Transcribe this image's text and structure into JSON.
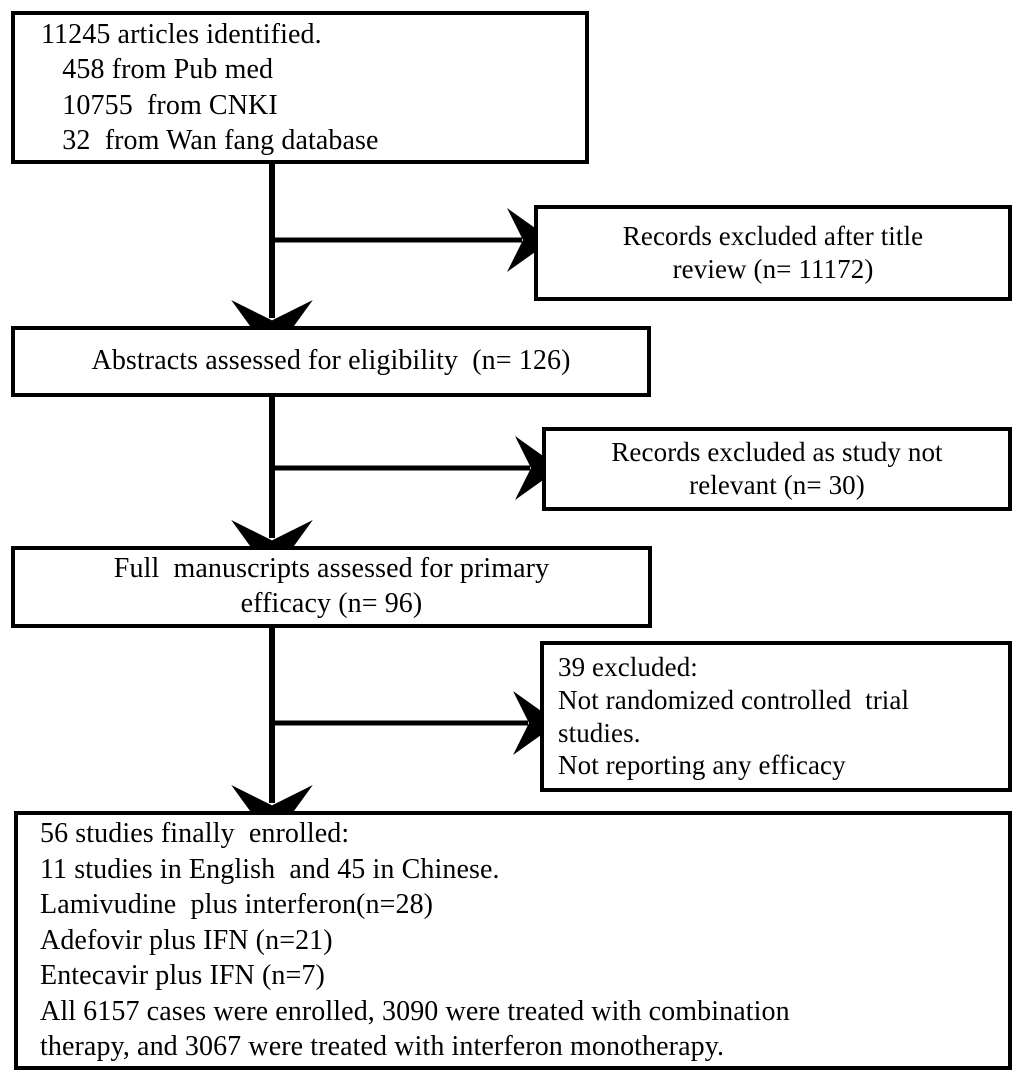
{
  "diagram": {
    "title": "Study selection flowchart",
    "type": "prisma-flow-diagram",
    "stroke_color": "#000000",
    "background_color": "#ffffff",
    "nodes": {
      "identified": {
        "name": "records-identified",
        "lines": [
          "11245 articles identified.",
          "   458 from Pub med",
          "   10755  from CNKI",
          "   32  from Wan fang database"
        ]
      },
      "excluded_title": {
        "name": "records-excluded-after-title-review",
        "lines": [
          "Records excluded after title",
          "review (n= 11172)"
        ]
      },
      "abstracts": {
        "name": "abstracts-assessed",
        "lines": [
          "Abstracts assessed for eligibility  (n= 126)"
        ]
      },
      "excluded_relevant": {
        "name": "records-excluded-not-relevant",
        "lines": [
          "Records excluded as study not",
          "relevant (n= 30)"
        ]
      },
      "manuscripts": {
        "name": "full-manuscripts-assessed",
        "lines": [
          "Full  manuscripts assessed for primary",
          "efficacy (n= 96)"
        ]
      },
      "excluded_39": {
        "name": "full-text-excluded",
        "lines": [
          "39 excluded:",
          "Not randomized controlled  trial",
          "studies.",
          "Not reporting any efficacy"
        ]
      },
      "enrolled": {
        "name": "studies-finally-enrolled",
        "lines": [
          "56 studies finally  enrolled:",
          "11 studies in English  and 45 in Chinese.",
          "Lamivudine  plus interferon(n=28)",
          "Adefovir plus IFN (n=21)",
          "Entecavir plus IFN (n=7)",
          "All 6157 cases were enrolled, 3090 were treated with combination",
          "therapy, and 3067 were treated with interferon monotherapy."
        ]
      }
    },
    "counts": {
      "identified_total": 11245,
      "identified_pubmed": 458,
      "identified_cnki": 10755,
      "identified_wanfang": 32,
      "excluded_after_title": 11172,
      "abstracts_assessed": 126,
      "excluded_not_relevant": 30,
      "full_manuscripts_assessed": 96,
      "excluded_full_text": 39,
      "studies_enrolled": 56,
      "studies_english": 11,
      "studies_chinese": 45,
      "lamivudine_plus_interferon": 28,
      "adefovir_plus_ifn": 21,
      "entecavir_plus_ifn": 7,
      "cases_total": 6157,
      "cases_combination": 3090,
      "cases_monotherapy": 3067
    },
    "connectors": [
      {
        "name": "identified-to-abstracts",
        "kind": "arrow-down"
      },
      {
        "name": "identified-to-excluded-title",
        "kind": "arrow-right"
      },
      {
        "name": "abstracts-to-manuscripts",
        "kind": "arrow-down"
      },
      {
        "name": "abstracts-to-excluded-relevant",
        "kind": "arrow-right"
      },
      {
        "name": "manuscripts-to-enrolled",
        "kind": "arrow-down"
      },
      {
        "name": "manuscripts-to-excluded-39",
        "kind": "arrow-right"
      }
    ]
  }
}
